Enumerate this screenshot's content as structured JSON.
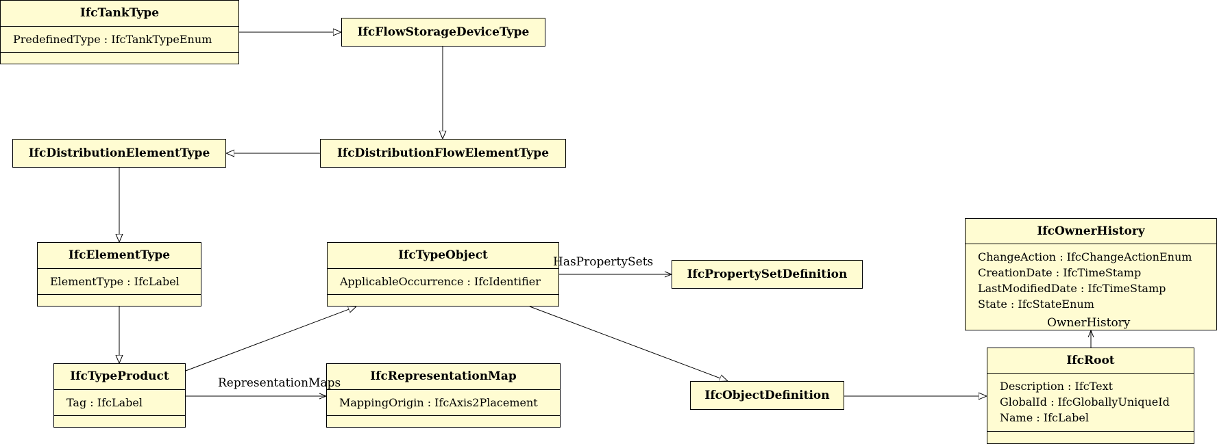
{
  "classes": {
    "tank_type": {
      "name": "IfcTankType",
      "attributes": [
        "PredefinedType : IfcTankTypeEnum"
      ]
    },
    "flow_storage": {
      "name": "IfcFlowStorageDeviceType",
      "attributes": []
    },
    "distribution_element": {
      "name": "IfcDistributionElementType",
      "attributes": []
    },
    "distribution_flow": {
      "name": "IfcDistributionFlowElementType",
      "attributes": []
    },
    "element_type": {
      "name": "IfcElementType",
      "attributes": [
        "ElementType : IfcLabel"
      ]
    },
    "type_object": {
      "name": "IfcTypeObject",
      "attributes": [
        "ApplicableOccurrence : IfcIdentifier"
      ]
    },
    "property_set": {
      "name": "IfcPropertySetDefinition",
      "attributes": []
    },
    "owner_history": {
      "name": "IfcOwnerHistory",
      "attributes": [
        "ChangeAction : IfcChangeActionEnum",
        "CreationDate : IfcTimeStamp",
        "LastModifiedDate : IfcTimeStamp",
        "State : IfcStateEnum"
      ]
    },
    "type_product": {
      "name": "IfcTypeProduct",
      "attributes": [
        "Tag : IfcLabel"
      ]
    },
    "representation_map": {
      "name": "IfcRepresentationMap",
      "attributes": [
        "MappingOrigin : IfcAxis2Placement"
      ]
    },
    "object_definition": {
      "name": "IfcObjectDefinition",
      "attributes": []
    },
    "root": {
      "name": "IfcRoot",
      "attributes": [
        "Description : IfcText",
        "GlobalId : IfcGloballyUniqueId",
        "Name : IfcLabel"
      ]
    }
  },
  "association_labels": {
    "has_property_sets": "HasPropertySets",
    "representation_maps": "RepresentationMaps",
    "owner_history": "OwnerHistory"
  }
}
